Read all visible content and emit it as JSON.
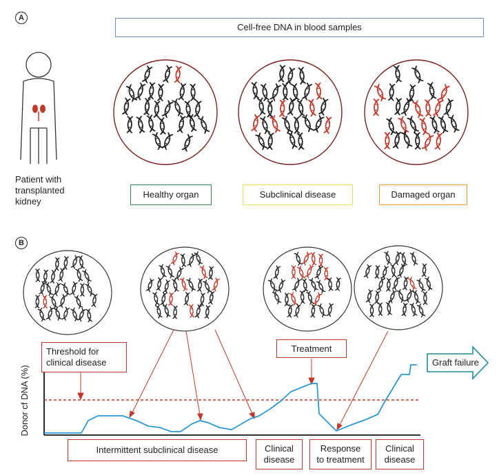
{
  "panel_a": {
    "letter": "A",
    "header": "Cell-free DNA in blood samples",
    "patient_label": "Patient with\ntransplanted\nkidney",
    "states": [
      {
        "label": "Healthy organ",
        "border_color": "#2e8b57",
        "red_strands": 1
      },
      {
        "label": "Subclinical disease",
        "border_color": "#f1de6a",
        "red_strands": 6
      },
      {
        "label": "Damaged organ",
        "border_color": "#e89a3c",
        "red_strands": 11
      }
    ]
  },
  "panel_b": {
    "letter": "B",
    "samples": [
      {
        "red_strands": 1
      },
      {
        "red_strands": 6
      },
      {
        "red_strands": 9
      },
      {
        "red_strands": 1
      }
    ],
    "threshold_label": "Threshold for\nclinical disease",
    "treatment_label": "Treatment",
    "graft_failure_label": "Graft failure",
    "ylabel": "Donor cf DNA (%)",
    "phases": [
      "Intermittent subclinical disease",
      "Clinical\ndisease",
      "Response\nto treatment",
      "Clinical\ndisease"
    ]
  },
  "colors": {
    "red": "#c0392b",
    "curve": "#2a98d0",
    "graft_arrow": "#1f8a9e",
    "header_border": "#6a8fc4",
    "ink": "#222222"
  }
}
